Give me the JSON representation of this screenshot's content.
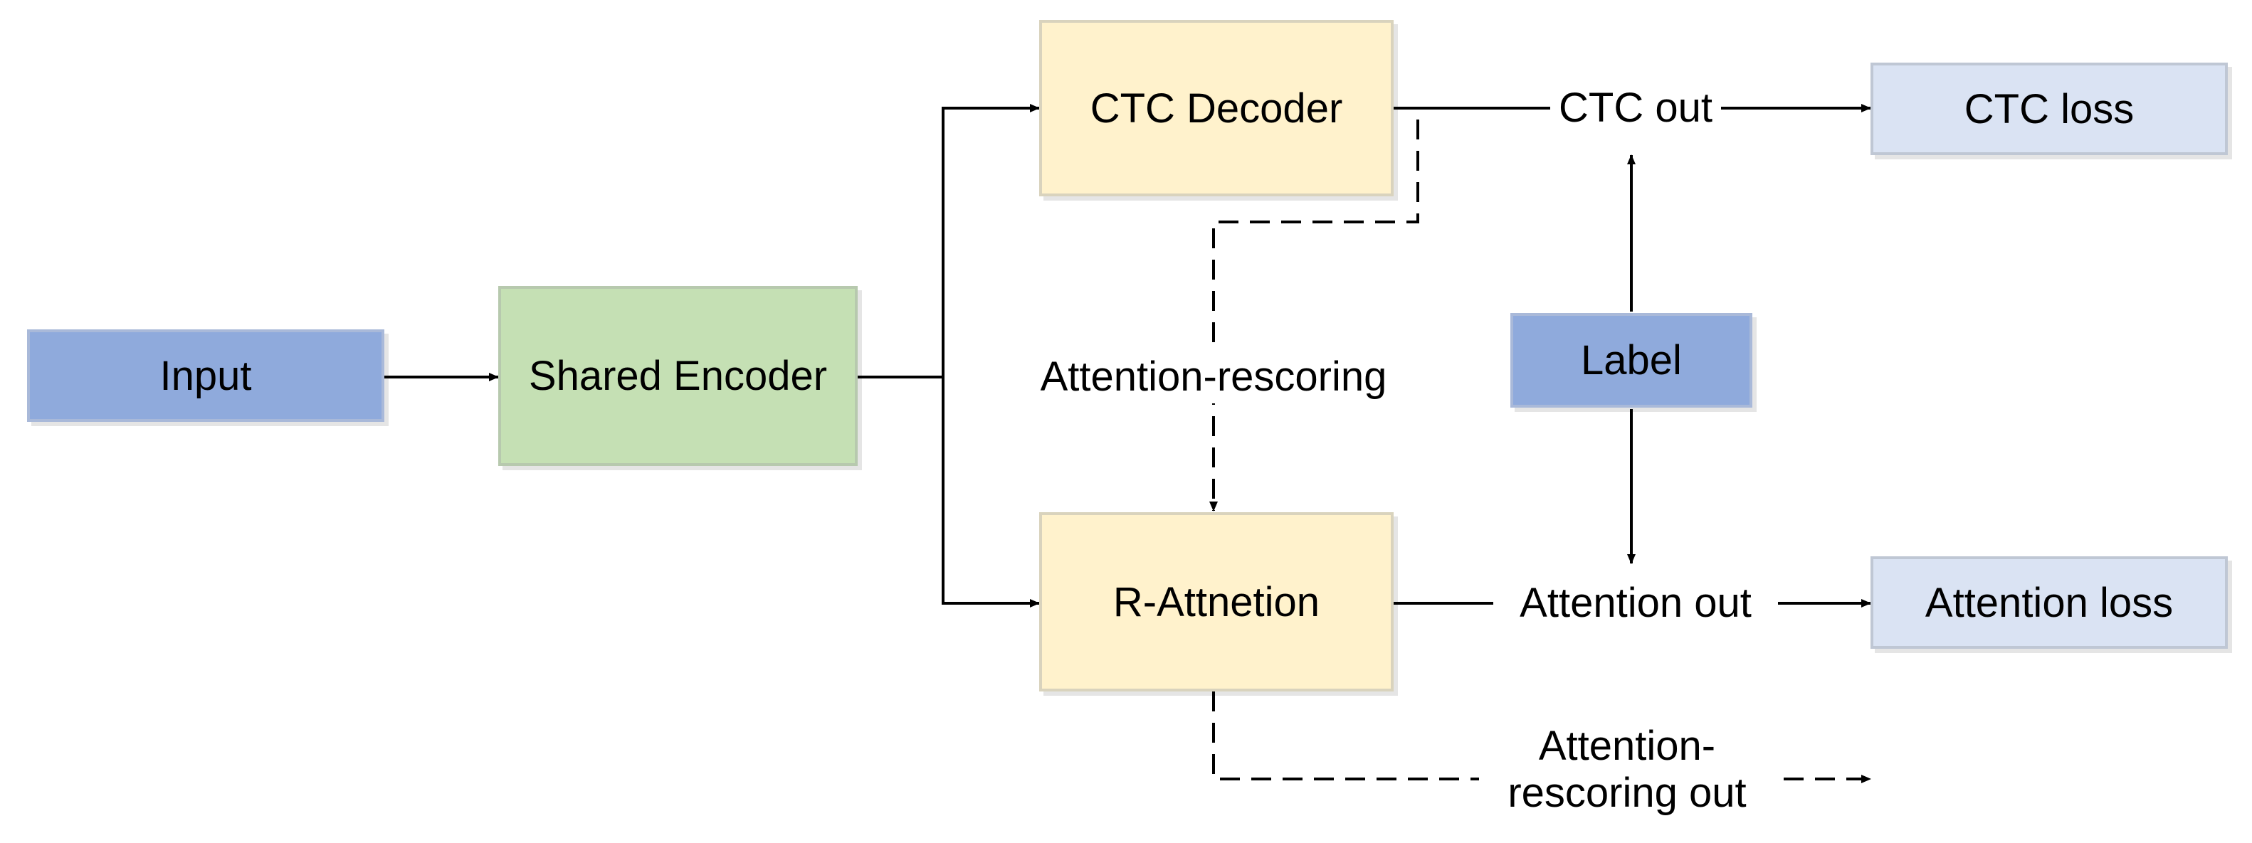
{
  "nodes": {
    "input": {
      "label": "Input",
      "fill": "#8FAADC",
      "stroke": "#A9B9D9"
    },
    "shared_encoder": {
      "label": "Shared Encoder",
      "fill": "#C5E0B4",
      "stroke": "#B7C9AE"
    },
    "ctc_decoder": {
      "label": "CTC Decoder",
      "fill": "#FFF2CC",
      "stroke": "#D9D3BD"
    },
    "r_attention": {
      "label": "R-Attnetion",
      "fill": "#FFF2CC",
      "stroke": "#D9D3BD"
    },
    "label": {
      "label": "Label",
      "fill": "#8FAADC",
      "stroke": "#A9B9D9"
    },
    "ctc_loss": {
      "label": "CTC loss",
      "fill": "#DAE3F3",
      "stroke": "#BFC7D4"
    },
    "attention_loss": {
      "label": "Attention loss",
      "fill": "#DAE3F3",
      "stroke": "#BFC7D4"
    }
  },
  "edge_labels": {
    "ctc_out": "CTC out",
    "attention_out": "Attention out",
    "attention_rescoring": "Attention-rescoring",
    "attention_rescoring_out_line1": "Attention-",
    "attention_rescoring_out_line2": "rescoring out"
  }
}
